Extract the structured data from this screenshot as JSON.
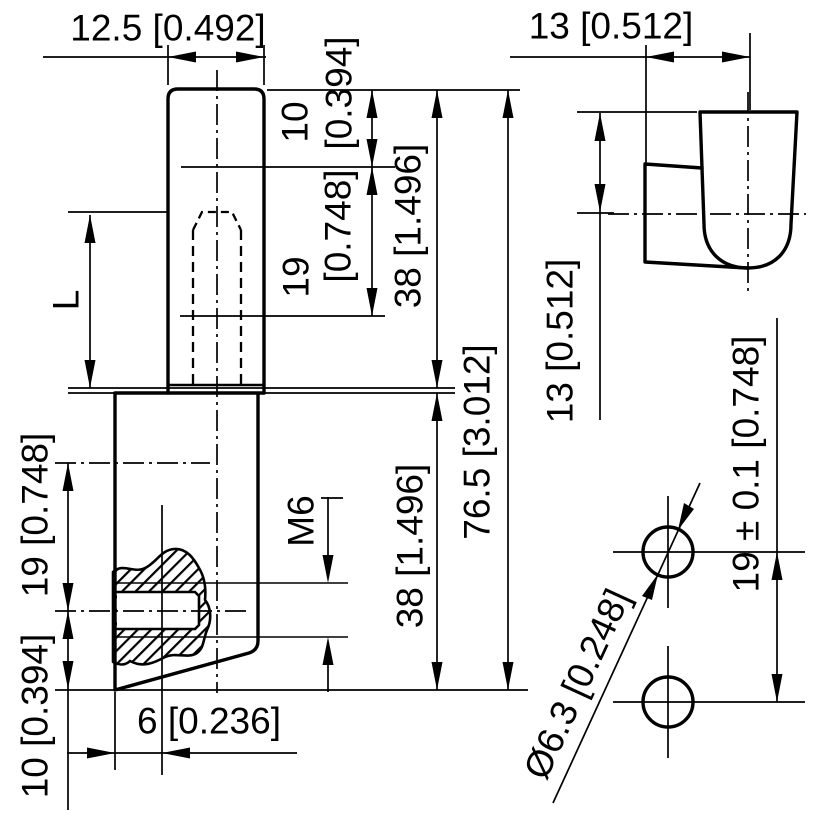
{
  "front_view": {
    "pin_width": "12.5 [0.492]",
    "top_offset_mm": "10",
    "top_offset_in": "[0.394]",
    "thread_len_mm": "19",
    "thread_len_in": "[0.748]",
    "upper_height": "38 [1.496]",
    "overall_height": "76.5 [3.012]",
    "lower_height": "38 [1.496]",
    "pin_length": "L",
    "hole_offset": "19 [0.748]",
    "bottom_offset": "10 [0.394]",
    "thread_label": "M6",
    "thread_depth": "6 [0.236]"
  },
  "top_view": {
    "width": "13 [0.512]",
    "axis_offset": "13 [0.512]"
  },
  "hole_view": {
    "diameter": "Ø6.3 [0.248]",
    "spacing": "19 ± 0.1 [0.748]"
  },
  "colors": {
    "line": "#000000",
    "background": "#ffffff"
  }
}
